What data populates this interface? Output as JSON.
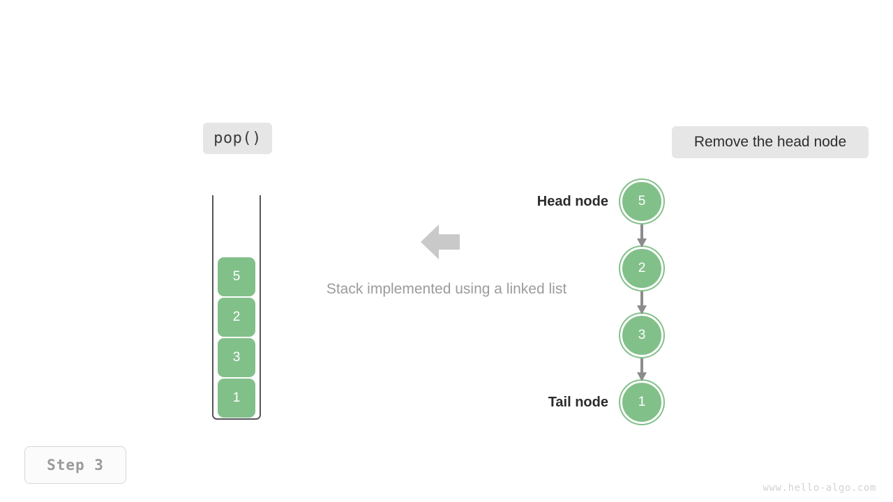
{
  "operation_badge": {
    "label": "pop()"
  },
  "action_badge": {
    "label": "Remove the head node"
  },
  "caption": {
    "text": "Stack implemented using a linked list"
  },
  "step_badge": {
    "label": "Step 3"
  },
  "watermark": {
    "text": "www.hello-algo.com"
  },
  "colors": {
    "node_green": "#82c08a",
    "badge_gray": "#e6e6e6",
    "arrow_gray": "#c9c9c9",
    "edge_gray": "#8c8c8c",
    "caption_gray": "#9b9b9b",
    "container_stroke": "#55555a"
  },
  "stack": {
    "cells": [
      {
        "value": "5"
      },
      {
        "value": "2"
      },
      {
        "value": "3"
      },
      {
        "value": "1"
      }
    ]
  },
  "linked_list": {
    "head_label": "Head node",
    "tail_label": "Tail node",
    "nodes": [
      {
        "value": "5"
      },
      {
        "value": "2"
      },
      {
        "value": "3"
      },
      {
        "value": "1"
      }
    ],
    "edges": 3
  },
  "flow_arrow": {
    "direction": "left"
  }
}
